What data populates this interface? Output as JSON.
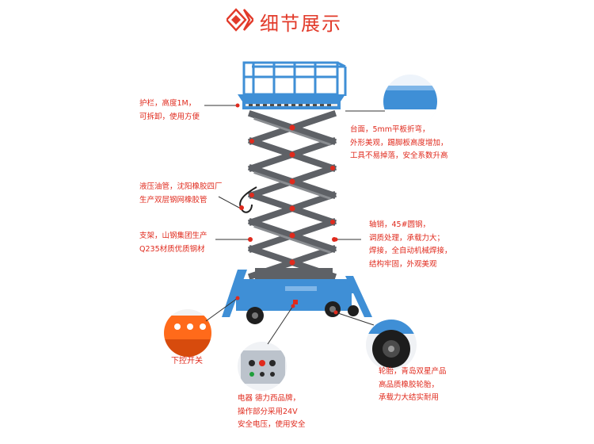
{
  "header": {
    "title": "细节展示",
    "accent_color": "#e23a2a",
    "icon": "double-diamond-icon"
  },
  "colors": {
    "lift_blue": "#3f8fd6",
    "scissor_gray": "#5e6166",
    "label_red": "#e02a1d"
  },
  "annotations": {
    "guardrail": [
      "护栏，高度1M，",
      "可拆卸，使用方便"
    ],
    "platform": [
      "台面，5mm平板折弯，",
      "外形美观，踢脚板高度增加，",
      "工具不易掉落，安全系数升高"
    ],
    "hydraulic": [
      "液压油管，沈阳橡胶四厂",
      "生产双层钢网橡胶管"
    ],
    "steel": [
      "支架，山钢集团生产",
      "Q235材质优质钢材"
    ],
    "pin": [
      "轴销，45#圆钢，",
      "调质处理，承载力大；",
      "焊接，全自动机械焊接，",
      "结构牢固，外观美观"
    ],
    "electrical": [
      "电器 德力西品牌，",
      "操作部分采用24V",
      "安全电压，使用安全"
    ],
    "tire": [
      "轮胎，青岛双星产品",
      "高品质橡胶轮胎，",
      "承载力大结实耐用"
    ]
  },
  "details": {
    "controller_caption": "下控开关"
  }
}
